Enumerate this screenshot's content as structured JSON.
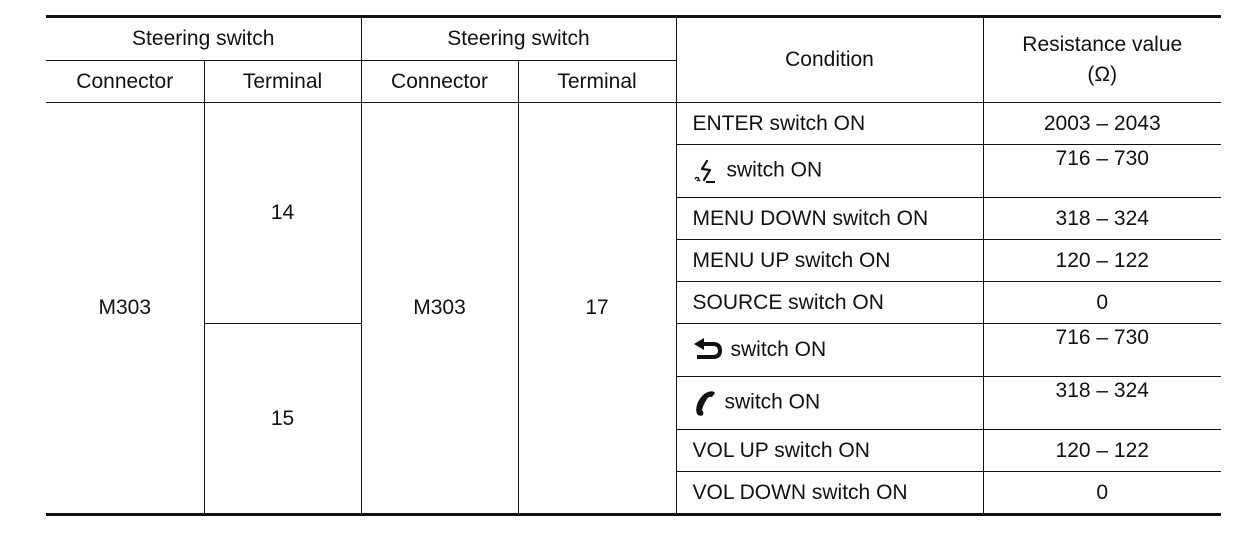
{
  "headers": {
    "group1": "Steering switch",
    "group2": "Steering switch",
    "connector1": "Connector",
    "terminal1": "Terminal",
    "connector2": "Connector",
    "terminal2": "Terminal",
    "condition": "Condition",
    "resistance_line1": "Resistance value",
    "resistance_line2": "(Ω)"
  },
  "left": {
    "connector": "M303",
    "terminal_a": "14",
    "terminal_b": "15"
  },
  "right": {
    "connector": "M303",
    "terminal": "17"
  },
  "rows": [
    {
      "condition": "ENTER switch ON",
      "resistance": "2003 – 2043"
    },
    {
      "icon": "voice-recognition-icon",
      "condition": "switch ON",
      "resistance": "716 – 730"
    },
    {
      "condition": "MENU DOWN switch ON",
      "resistance": "318 – 324"
    },
    {
      "condition": "MENU UP switch ON",
      "resistance": "120 – 122"
    },
    {
      "condition": "SOURCE switch ON",
      "resistance": "0"
    },
    {
      "icon": "back-arrow-icon",
      "condition": "switch ON",
      "resistance": "716 – 730"
    },
    {
      "icon": "phone-handset-icon",
      "condition": "switch ON",
      "resistance": "318 – 324"
    },
    {
      "condition": "VOL UP switch ON",
      "resistance": "120 – 122"
    },
    {
      "condition": "VOL DOWN switch ON",
      "resistance": "0"
    }
  ]
}
